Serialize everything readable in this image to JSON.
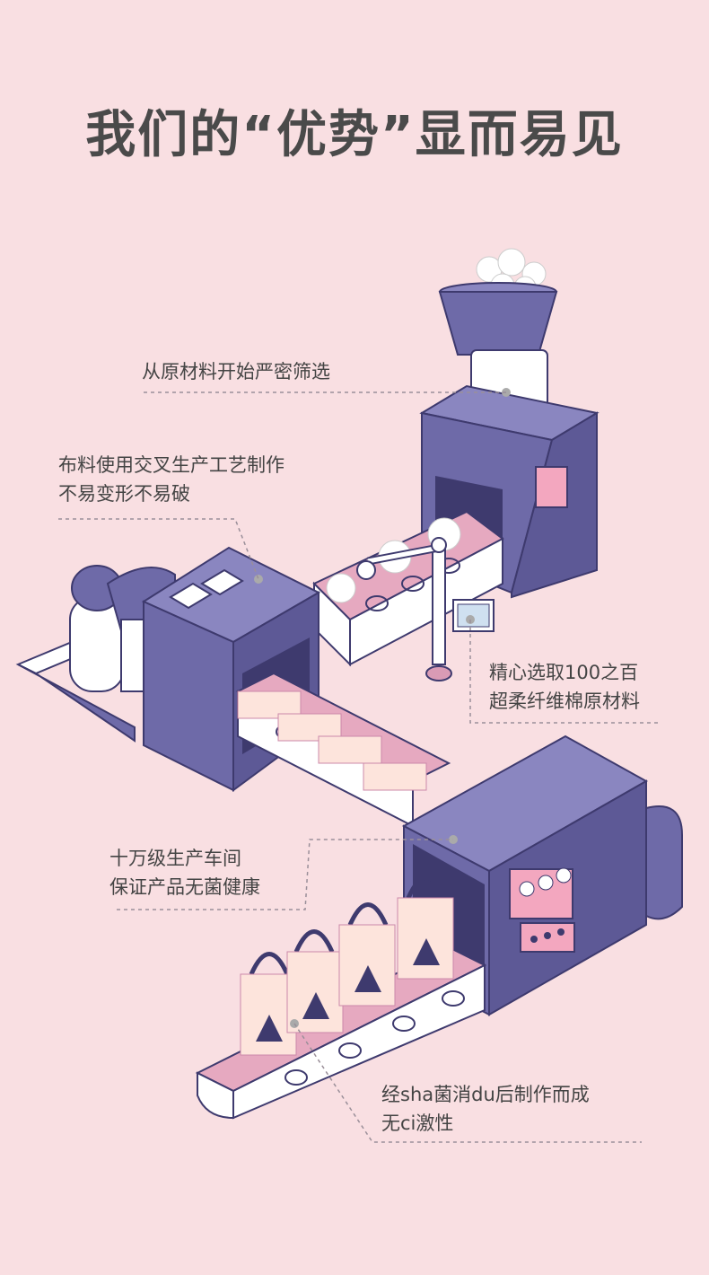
{
  "title": "我们的“优势”显而易见",
  "colors": {
    "background": "#f9dfe2",
    "machine": "#6e6aa8",
    "machine_dark": "#3e3a6e",
    "belt": "#d99bb5",
    "white": "#ffffff"
  },
  "captions": {
    "c1": {
      "line1": "从原材料开始严密筛选"
    },
    "c2": {
      "line1": "布料使用交叉生产工艺制作",
      "line2": "不易变形不易破"
    },
    "c3": {
      "line1": "精心选取100之百",
      "line2": "超柔纤维棉原材料"
    },
    "c4": {
      "line1": "十万级生产车间",
      "line2": "保证产品无菌健康"
    },
    "c5": {
      "line1": "经sha菌消du后制作而成",
      "line2": "无ci激性"
    }
  }
}
